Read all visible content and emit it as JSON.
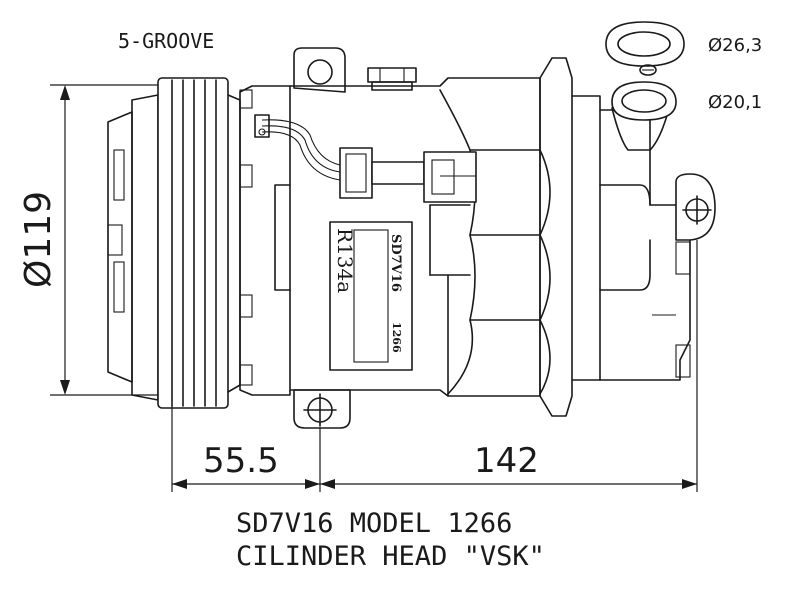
{
  "labels": {
    "groove": "5-GROOVE",
    "port_large": "Ø26,3",
    "port_small": "Ø20,1",
    "diameter": "Ø119",
    "dim_front": "55.5",
    "dim_length": "142",
    "title_line1": "SD7V16 MODEL 1266",
    "title_line2": "CILINDER HEAD \"VSK\""
  },
  "nameplate": {
    "refrigerant": "R134a",
    "model": "SD7V16",
    "number": "1266"
  }
}
